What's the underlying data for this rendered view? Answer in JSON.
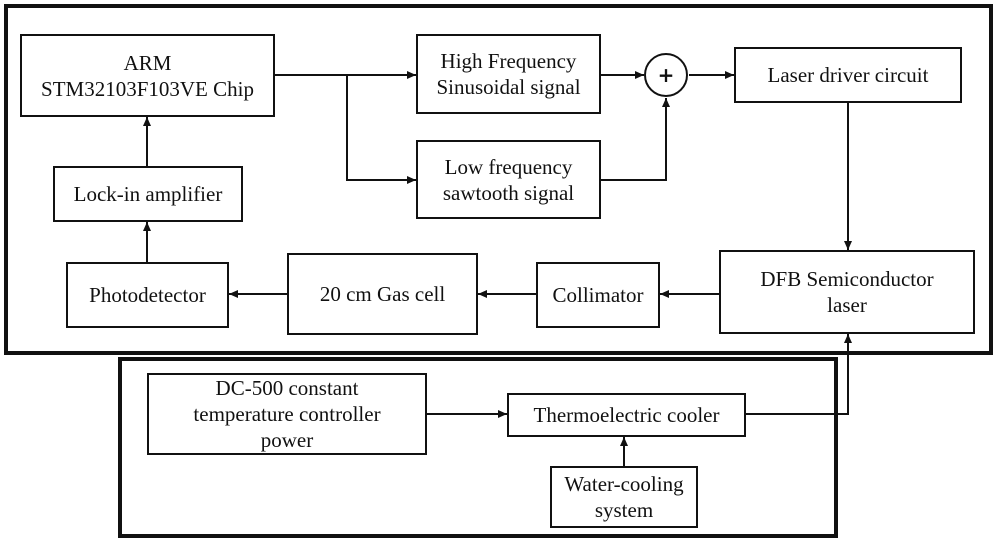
{
  "blocks": {
    "arm": {
      "line1": "ARM",
      "line2": "STM32103F103VE Chip"
    },
    "high_freq": {
      "line1": "High Frequency",
      "line2": "Sinusoidal signal"
    },
    "low_freq": {
      "line1": "Low frequency",
      "line2": "sawtooth signal"
    },
    "laser_driver": {
      "label": "Laser driver circuit"
    },
    "lockin": {
      "label": "Lock-in amplifier"
    },
    "photodetector": {
      "label": "Photodetector"
    },
    "gas_cell": {
      "label": "20 cm Gas cell"
    },
    "collimator": {
      "label": "Collimator"
    },
    "dfb": {
      "line1": "DFB Semiconductor",
      "line2": "laser"
    },
    "dc500": {
      "line1": "DC-500 constant",
      "line2": "temperature controller",
      "line3": "power"
    },
    "tec": {
      "label": "Thermoelectric cooler"
    },
    "water": {
      "line1": "Water-cooling",
      "line2": "system"
    }
  },
  "summing_junction": {
    "symbol": "+"
  },
  "connections": [
    {
      "from": "arm",
      "to": "high_freq"
    },
    {
      "from": "arm",
      "to": "low_freq"
    },
    {
      "from": "high_freq",
      "to": "summing_junction"
    },
    {
      "from": "low_freq",
      "to": "summing_junction"
    },
    {
      "from": "summing_junction",
      "to": "laser_driver"
    },
    {
      "from": "laser_driver",
      "to": "dfb"
    },
    {
      "from": "dfb",
      "to": "collimator"
    },
    {
      "from": "collimator",
      "to": "gas_cell"
    },
    {
      "from": "gas_cell",
      "to": "photodetector"
    },
    {
      "from": "photodetector",
      "to": "lockin"
    },
    {
      "from": "lockin",
      "to": "arm"
    },
    {
      "from": "dc500",
      "to": "tec"
    },
    {
      "from": "water",
      "to": "tec"
    },
    {
      "from": "tec",
      "to": "dfb"
    }
  ]
}
